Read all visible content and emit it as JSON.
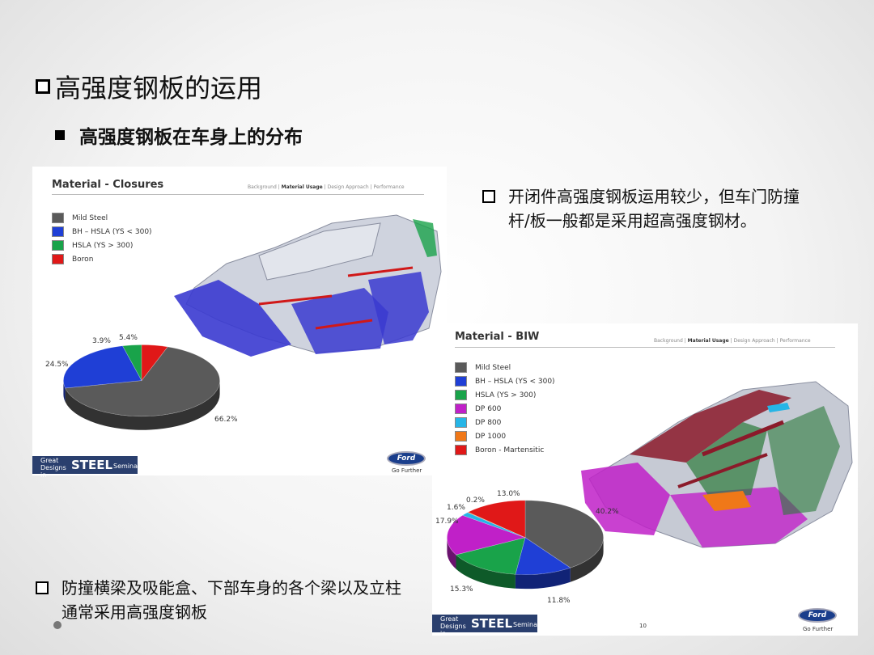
{
  "slide": {
    "title": "高强度钢板的运用",
    "subtitle": "高强度钢板在车身上的分布",
    "note_right": "开闭件高强度钢板运用较少，但车门防撞杆/板一般都是采用超高强度钢材。",
    "note_bottom": "防撞横梁及吸能盒、下部车身的各个梁以及立柱通常采用高强度钢板"
  },
  "nav": {
    "background": "Background",
    "material_usage": "Material Usage",
    "design_approach": "Design Approach",
    "performance": "Performance",
    "sep": "|"
  },
  "footer": {
    "line1": "Great",
    "line2": "Designs",
    "line3": "in",
    "steel": "STEEL",
    "seminar": "Seminar",
    "ford": "Ford",
    "tagline": "Go Further",
    "page_no": "10"
  },
  "closures": {
    "title": "Material - Closures",
    "legend": [
      "Mild Steel",
      "BH – HSLA (YS < 300)",
      "HSLA (YS > 300)",
      "Boron"
    ],
    "colors": [
      "#5a5a5a",
      "#1f3fd6",
      "#19a34a",
      "#e01818"
    ],
    "labels": [
      "66.2%",
      "24.5%",
      "3.9%",
      "5.4%"
    ]
  },
  "biw": {
    "title": "Material - BIW",
    "legend": [
      "Mild Steel",
      "BH – HSLA (YS < 300)",
      "HSLA (YS > 300)",
      "DP 600",
      "DP 800",
      "DP 1000",
      "Boron - Martensitic"
    ],
    "colors": [
      "#5a5a5a",
      "#1f3fd6",
      "#19a34a",
      "#c020c8",
      "#26b5e6",
      "#f07818",
      "#e01818"
    ],
    "labels": [
      "40.2%",
      "11.8%",
      "15.3%",
      "17.9%",
      "1.6%",
      "0.2%",
      "13.0%"
    ]
  },
  "chart_data": [
    {
      "type": "pie",
      "title": "Material - Closures",
      "categories": [
        "Mild Steel",
        "BH – HSLA (YS < 300)",
        "HSLA (YS > 300)",
        "Boron"
      ],
      "values": [
        66.2,
        24.5,
        3.9,
        5.4
      ],
      "colors": [
        "#5a5a5a",
        "#1f3fd6",
        "#19a34a",
        "#e01818"
      ],
      "legend": "top-left"
    },
    {
      "type": "pie",
      "title": "Material - BIW",
      "categories": [
        "Mild Steel",
        "BH – HSLA (YS < 300)",
        "HSLA (YS > 300)",
        "DP 600",
        "DP 800",
        "DP 1000",
        "Boron - Martensitic"
      ],
      "values": [
        40.2,
        11.8,
        15.3,
        17.9,
        1.6,
        0.2,
        13.0
      ],
      "colors": [
        "#5a5a5a",
        "#1f3fd6",
        "#19a34a",
        "#c020c8",
        "#26b5e6",
        "#f07818",
        "#e01818"
      ],
      "legend": "top-left"
    }
  ]
}
